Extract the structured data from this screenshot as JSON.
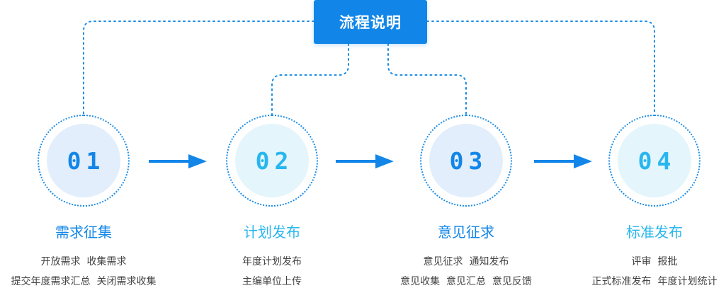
{
  "header": {
    "label": "流程说明"
  },
  "steps": [
    {
      "number": "01",
      "title": "需求征集",
      "desc": [
        "开放需求  收集需求",
        "提交年度需求汇总  关闭需求收集"
      ],
      "num_color": "#1286e8",
      "disc_color": "#e2eefb"
    },
    {
      "number": "02",
      "title": "计划发布",
      "desc": [
        "年度计划发布",
        "主编单位上传"
      ],
      "num_color": "#28b6ee",
      "disc_color": "#e4f5fc"
    },
    {
      "number": "03",
      "title": "意见征求",
      "desc": [
        "意见征求  通知发布",
        "意见收集  意见汇总  意见反馈"
      ],
      "num_color": "#1286e8",
      "disc_color": "#e2eefb"
    },
    {
      "number": "04",
      "title": "标准发布",
      "desc": [
        "评审  报批",
        "正式标准发布  年度计划统计"
      ],
      "num_color": "#28b6ee",
      "disc_color": "#e4f5fc"
    }
  ],
  "colors": {
    "accent": "#1286e8",
    "accent_light": "#28b6ee",
    "text": "#444444"
  }
}
